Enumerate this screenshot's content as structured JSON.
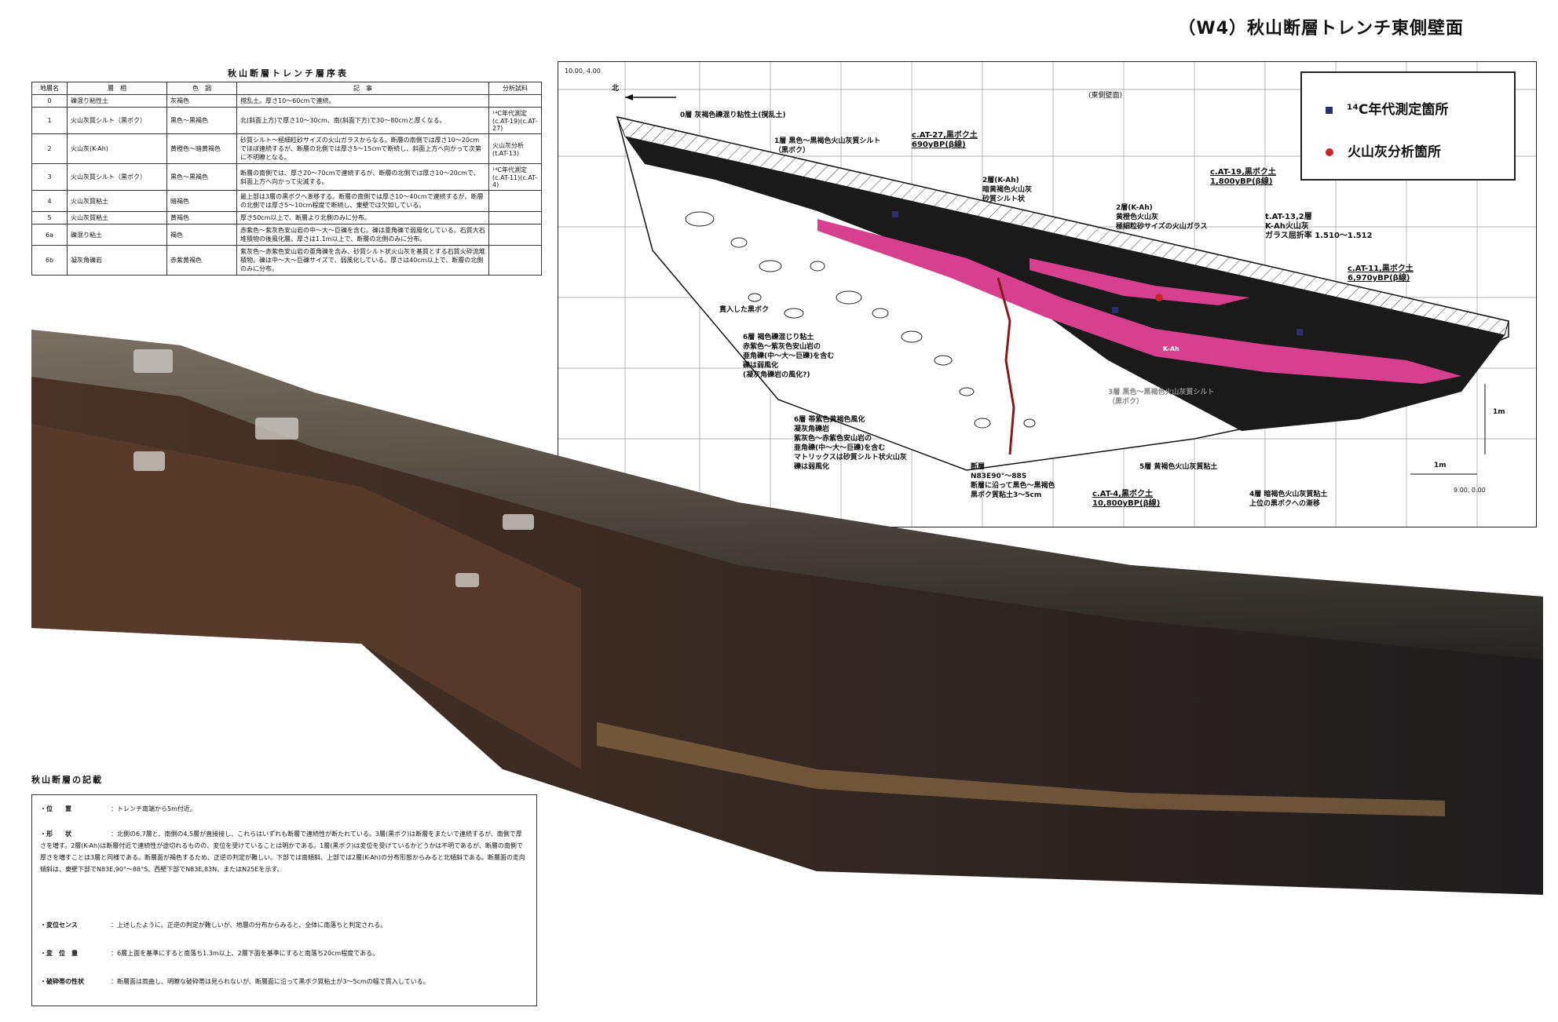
{
  "page_title": "（W4）秋山断層トレンチ東側壁面",
  "strat_table": {
    "title": "秋山断層トレンチ層序表",
    "headers": [
      "地層名",
      "層　相",
      "色　調",
      "記　事",
      "分析試料"
    ],
    "rows": [
      {
        "id": "0",
        "facies": "礫混り粘性土",
        "color": "灰褐色",
        "note": "撹乱土。厚さ10〜60cmで連続。",
        "sample": ""
      },
      {
        "id": "1",
        "facies": "火山灰質シルト（黒ボク）",
        "color": "黒色〜黒褐色",
        "note": "北(斜面上方)で厚さ10〜30cm、南(斜面下方)で30〜80cmと厚くなる。",
        "sample": "¹⁴C年代測定(c.AT-19)(c.AT-27)"
      },
      {
        "id": "2",
        "facies": "火山灰(K-Ah)",
        "color": "黄橙色〜暗黄褐色",
        "note": "砂質シルト〜極細粒砂サイズの火山ガラスからなる。断層の南側では厚さ10〜20cmでほぼ連続するが、断層の北側では厚さ5〜15cmで断続し、斜面上方へ向かって次第に不明瞭となる。",
        "sample": "火山灰分析(t.AT-13)"
      },
      {
        "id": "3",
        "facies": "火山灰質シルト（黒ボク）",
        "color": "黒色〜黒褐色",
        "note": "断層の南側では、厚さ20〜70cmで連続するが、断層の北側では厚さ10〜20cmで、斜面上方へ向かって尖滅する。",
        "sample": "¹⁴C年代測定(c.AT-11)(c.AT-4)"
      },
      {
        "id": "4",
        "facies": "火山灰質粘土",
        "color": "暗褐色",
        "note": "最上部は3層の黒ボクへ漸移する。断層の南側では厚さ10〜40cmで連続するが、断層の北側では厚さ5〜10cm程度で断続し、東壁では欠如している。",
        "sample": ""
      },
      {
        "id": "5",
        "facies": "火山灰質粘土",
        "color": "黄褐色",
        "note": "厚さ50cm以上で、断層より北側のみに分布。",
        "sample": ""
      },
      {
        "id": "6a",
        "facies": "礫混り粘土",
        "color": "褐色",
        "note": "赤紫色〜紫灰色安山岩の中〜大〜巨礫を含む。礫は亜角礫で弱風化している。石質大石　堆積物の後風化層。厚さは1.1m以上で、断層の北側のみに分布。",
        "sample": ""
      },
      {
        "id": "6b",
        "facies": "凝灰角礫岩",
        "color": "赤紫黄褐色",
        "note": "紫灰色〜赤紫色安山岩の亜角礫を含み、砂質シルト状火山灰を基質とする石質火砕流堆積物。礫は中〜大〜巨礫サイズで、弱風化している。厚さは40cm以上で、断層の北側のみに分布。",
        "sample": ""
      }
    ]
  },
  "diagram": {
    "top_left_coord": "10.00, 4.00",
    "bottom_right_coord": "9.00, 0.00",
    "north_label": "北",
    "wall_label": "(東側壁面)",
    "scale_1m_v": "1m",
    "scale_1m_h": "1m",
    "legend": {
      "c14": "¹⁴C年代測定箇所",
      "tephra": "火山灰分析箇所"
    },
    "labels": {
      "l0": "0層 灰褐色礫混り粘性土(撹乱土)",
      "l1": "1層 黒色〜黒褐色火山灰質シルト\n（黒ボク）",
      "l2a": "2層(K-Ah)\n暗黄褐色火山灰\n砂質シルト状",
      "l2b": "2層(K-Ah)\n黄橙色火山灰\n極細粒砂サイズの火山ガラス",
      "cat27": "c.AT-27,黒ボク土\n690yBP(β線)",
      "cat19": "c.AT-19,黒ボク土\n1,800yBP(β線)",
      "tat13": "t.AT-13,2層\nK-Ah火山灰\nガラス屈折率 1.510〜1.512",
      "cat11": "c.AT-11,黒ボク土\n6,970yBP(β線)",
      "intrude": "貫入した黒ボク",
      "l6a": "6層 褐色礫混じり粘土\n赤紫色〜紫灰色安山岩の\n亜角礫(中〜大〜巨礫)を含む\n礫は弱風化\n(凝灰角礫岩の風化?)",
      "l6b": "6層 帯紫色黄褐色風化\n凝灰角礫岩\n紫灰色〜赤紫色安山岩の\n亜角礫(中〜大〜巨礫)を含む\nマトリックスは砂質シルト状火山灰\n礫は弱風化",
      "fault": "断層\nN83E90°〜88S\n断層に沿って黒色〜黒褐色\n黒ボク質粘土3〜5cm",
      "l5": "5層 黄褐色火山灰質粘土",
      "cat4": "c.AT-4,黒ボク土\n10,800yBP(β線)",
      "l4": "4層 暗褐色火山灰質粘土\n上位の黒ボクへの漸移",
      "kah": "K-Ah",
      "l3": "3層 黒色〜黒褐色火山灰質シルト\n（黒ボク）"
    }
  },
  "description": {
    "title": "秋山断層の記載",
    "rows": [
      {
        "label": "・位　　置",
        "text": "：トレンチ南端から5m付近。"
      },
      {
        "label": "・形　　状",
        "text": "：北側の6,7層と、南側の4,5層が直接接し、これらはいずれも断層で連続性が断たれている。3層(黒ボク)は断層をまたいで連続するが、南側で厚さを増す。2層(K-Ah)は断層付近で連続性が途切れるものの、変位を受けていることは明かである。1層(黒ボク)は変位を受けているかどうかは不明であるが、断層の南側で厚さを増すことは3層と同様である。断層面が褐色するため、正逆の判定が難しい。下部では南傾斜、上部では2層(K-Ah)の分布形態からみると北傾斜である。断層面の走向傾斜は、東壁下部でN83E,90°〜88°S、西壁下部でN83E,83N、またはN25Eを示す。"
      },
      {
        "label": "・変位センス",
        "text": "：上述したように、正逆の判定が難しいが、地層の分布からみると、全体に南落ちと判定される。"
      },
      {
        "label": "・変　位　量",
        "text": "：6層上面を基準にすると南落ち1.3m以上、2層下面を基準にすると南落ち20cm程度である。"
      },
      {
        "label": "・破砕帯の性状",
        "text": "：断層面は両曲し、明瞭な破砕帯は見られないが、断層面に沿って黒ボク質粘土が3〜5cmの幅で貫入している。"
      }
    ]
  }
}
